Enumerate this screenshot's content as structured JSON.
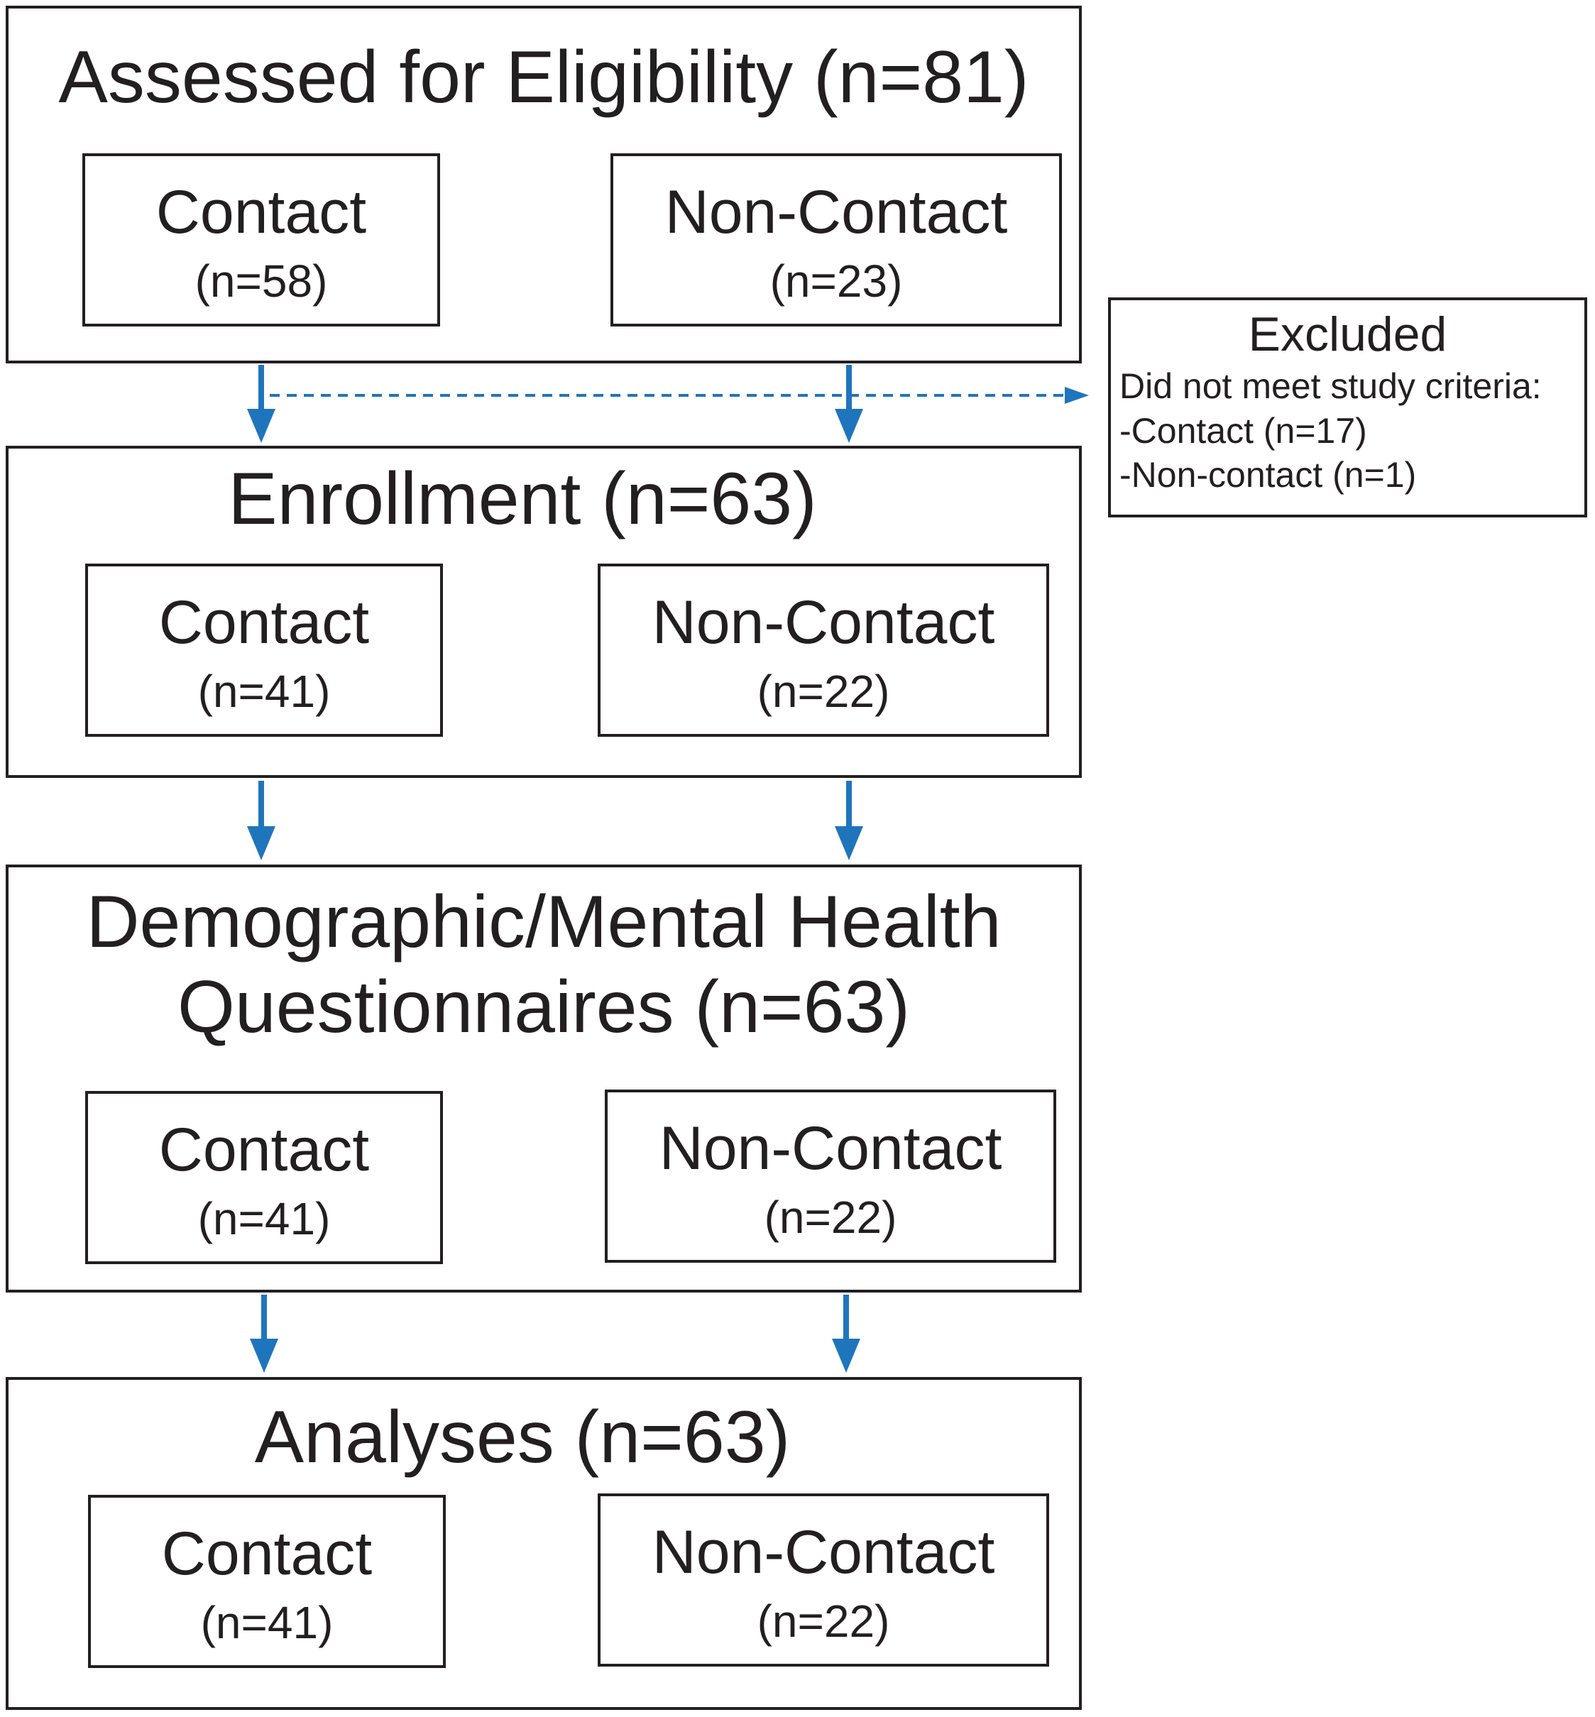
{
  "stages": [
    {
      "title": "Assessed for Eligibility (n=81)",
      "contact": {
        "label": "Contact",
        "count": "(n=58)"
      },
      "noncontact": {
        "label": "Non-Contact",
        "count": "(n=23)"
      }
    },
    {
      "title": "Enrollment (n=63)",
      "contact": {
        "label": "Contact",
        "count": "(n=41)"
      },
      "noncontact": {
        "label": "Non-Contact",
        "count": "(n=22)"
      }
    },
    {
      "title_line1": "Demographic/Mental Health",
      "title_line2": "Questionnaires (n=63)",
      "contact": {
        "label": "Contact",
        "count": "(n=41)"
      },
      "noncontact": {
        "label": "Non-Contact",
        "count": "(n=22)"
      }
    },
    {
      "title": "Analyses (n=63)",
      "contact": {
        "label": "Contact",
        "count": "(n=41)"
      },
      "noncontact": {
        "label": "Non-Contact",
        "count": "(n=22)"
      }
    }
  ],
  "excluded": {
    "heading": "Excluded",
    "reason": "Did not meet study criteria:",
    "items": [
      "-Contact (n=17)",
      "-Non-contact (n=1)"
    ]
  },
  "colors": {
    "arrow": "#1f75bc",
    "border": "#231f20"
  }
}
